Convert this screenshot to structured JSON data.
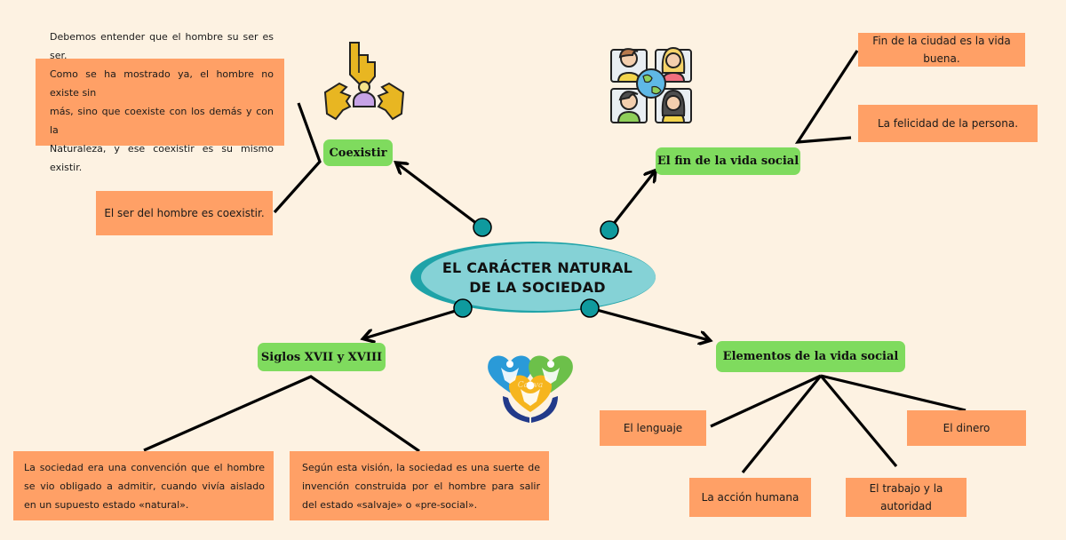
{
  "central_topic": {
    "title": "EL CARÁCTER NATURAL DE LA SOCIEDAD",
    "line1": "EL CARÁCTER NATURAL",
    "line2": "DE LA SOCIEDAD"
  },
  "colors": {
    "background": "#fdf2e2",
    "branch_fill": "#7fdb5e",
    "note_fill": "#ffa066",
    "ellipse_fill": "#85d2d6",
    "ellipse_shadow": "#1fa3a8",
    "node_dot": "#0f9a9e",
    "line": "#000000"
  },
  "branches": [
    {
      "id": "coexistir",
      "label": "Coexistir",
      "icon": "pointing-hands-at-person-icon",
      "notes": [
        "Debemos entender que el hombre su ser es ser. Como se ha mostrado ya, el hombre no existe sin más, sino que coexiste con los demás y con la Naturaleza, y ese coexistir es su mismo existir.",
        "El ser del hombre  es coexistir."
      ]
    },
    {
      "id": "fin-vida-social",
      "label": "El fin de la vida social",
      "icon": "global-community-people-icon",
      "notes": [
        "Fin de la  ciudad es la vida buena.",
        "La felicidad de la persona."
      ]
    },
    {
      "id": "siglos",
      "label": "Siglos XVII y XVIII",
      "icon": "hearts-hands-community-icon",
      "notes": [
        "La sociedad era una convención que el hombre se vio obligado a admitir, cuando vivía aislado en un supuesto estado «natural».",
        "Según esta visión, la sociedad es una suerte de invención construida por el hombre para salir del estado «salvaje» o «pre-social»."
      ]
    },
    {
      "id": "elementos",
      "label": "Elementos de la vida social",
      "notes": [
        "El lenguaje",
        "La acción humana",
        "El trabajo y la autoridad",
        "El dinero"
      ]
    }
  ],
  "coexistir_note_lines": [
    "Debemos entender que el hombre su ser es ser.",
    "Como se ha mostrado ya, el hombre no existe sin",
    "más, sino que coexiste con los demás y con la",
    "Naturaleza, y ese coexistir es su mismo existir."
  ],
  "logo_watermark": "Canva"
}
